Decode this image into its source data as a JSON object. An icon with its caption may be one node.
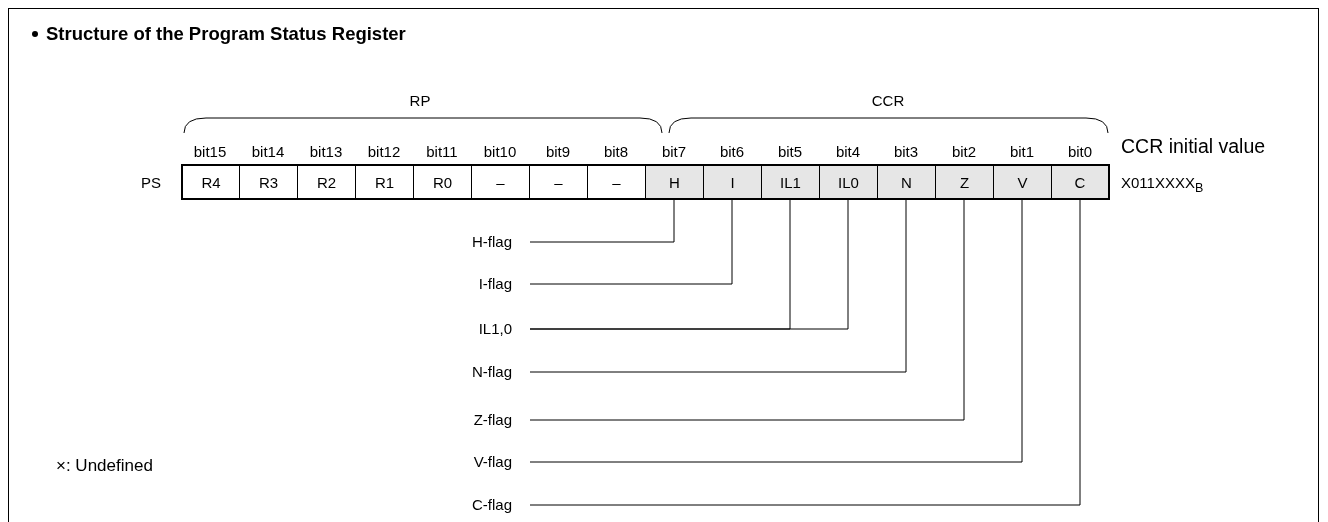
{
  "diagram": {
    "title": "Structure of the Program Status Register",
    "nodes": [
      {
        "text": [
          "R4"
        ],
        "beside": [
          "bit15"
        ]
      },
      {
        "text": [
          "R3"
        ],
        "beside": [
          "bit14"
        ]
      },
      {
        "text": [
          "R2"
        ],
        "beside": [
          "bit13"
        ]
      },
      {
        "text": [
          "R1"
        ],
        "beside": [
          "bit12"
        ]
      },
      {
        "text": [
          "R0"
        ],
        "beside": [
          "bit11"
        ]
      },
      {
        "text": [
          "–"
        ],
        "beside": [
          "bit10"
        ]
      },
      {
        "text": [
          "–"
        ],
        "beside": [
          "bit9"
        ]
      },
      {
        "text": [
          "–"
        ],
        "beside": [
          "bit8"
        ]
      },
      {
        "text": [
          "H"
        ],
        "beside": [
          "bit7"
        ]
      },
      {
        "text": [
          "I"
        ],
        "beside": [
          "bit6"
        ]
      },
      {
        "text": [
          "IL1"
        ],
        "beside": [
          "bit5"
        ]
      },
      {
        "text": [
          "IL0"
        ],
        "beside": [
          "bit4"
        ]
      },
      {
        "text": [
          "N"
        ],
        "beside": [
          "bit3"
        ]
      },
      {
        "text": [
          "Z"
        ],
        "beside": [
          "bit2"
        ]
      },
      {
        "text": [
          "V"
        ],
        "beside": [
          "bit1"
        ]
      },
      {
        "text": [
          "C"
        ],
        "beside": [
          "bit0"
        ]
      },
      {
        "text": [
          "H-flag"
        ]
      },
      {
        "text": [
          "I-flag"
        ]
      },
      {
        "text": [
          "IL1,0"
        ]
      },
      {
        "text": [
          "N-flag"
        ]
      },
      {
        "text": [
          "Z-flag"
        ]
      },
      {
        "text": [
          "V-flag"
        ]
      },
      {
        "text": [
          "C-flag"
        ]
      }
    ],
    "edges": [
      {
        "from": 16,
        "to": 8,
        "arrow": "none"
      },
      {
        "from": 17,
        "to": 9,
        "arrow": "none"
      },
      {
        "from": 18,
        "to": 10,
        "arrow": "none"
      },
      {
        "from": 18,
        "to": 11,
        "arrow": "none"
      },
      {
        "from": 19,
        "to": 12,
        "arrow": "none"
      },
      {
        "from": 20,
        "to": 13,
        "arrow": "none"
      },
      {
        "from": 21,
        "to": 14,
        "arrow": "none"
      },
      {
        "from": 22,
        "to": 15,
        "arrow": "none"
      }
    ],
    "labels": [
      "RP",
      "CCR",
      "CCR initial value",
      "PS",
      "X011XXXX$_{B}$",
      "×: Undefined"
    ]
  }
}
